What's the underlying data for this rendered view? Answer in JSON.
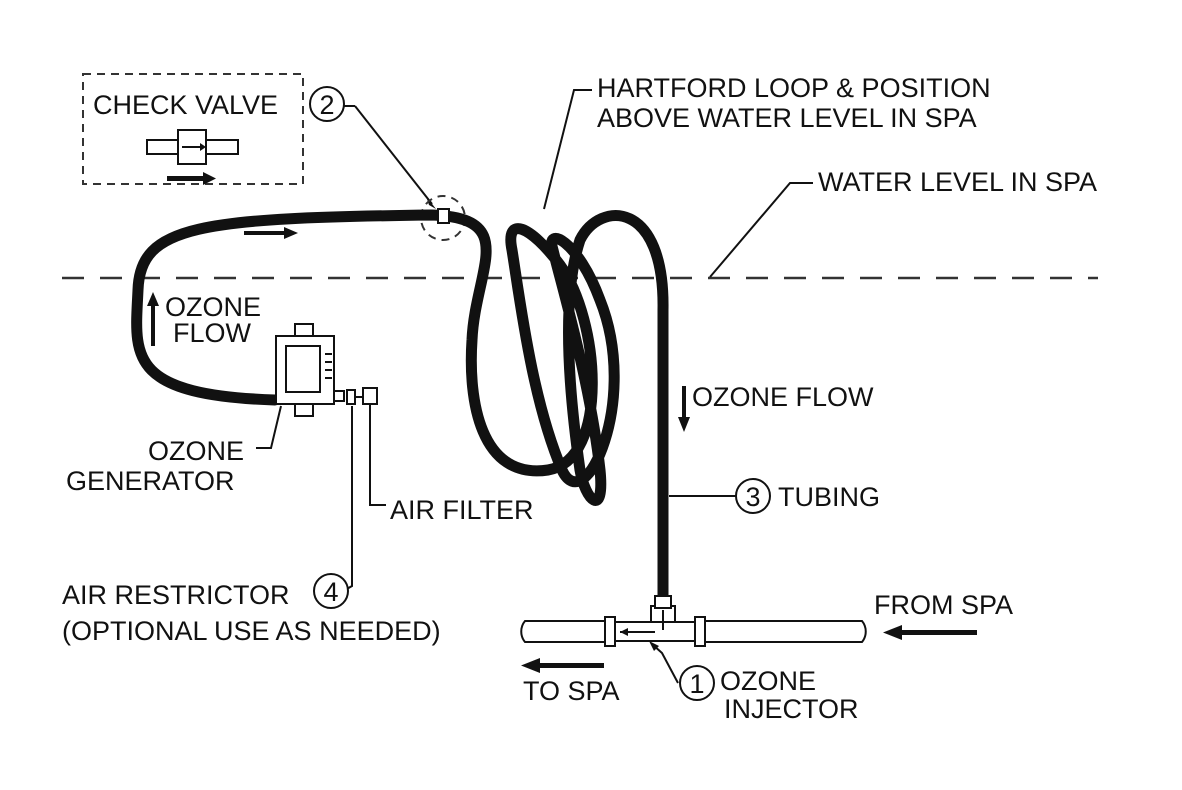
{
  "labels": {
    "check_valve": "CHECK VALVE",
    "hartford_line1": "HARTFORD LOOP & POSITION",
    "hartford_line2": "ABOVE WATER LEVEL IN SPA",
    "water_level": "WATER LEVEL IN SPA",
    "ozone_flow_left_line1": "OZONE",
    "ozone_flow_left_line2": "FLOW",
    "ozone_flow_right": "OZONE FLOW",
    "ozone_generator_line1": "OZONE",
    "ozone_generator_line2": "GENERATOR",
    "air_filter": "AIR FILTER",
    "tubing": "TUBING",
    "air_restrictor_line1": "AIR RESTRICTOR",
    "air_restrictor_line2": "(OPTIONAL USE AS NEEDED)",
    "from_spa": "FROM SPA",
    "to_spa": "TO SPA",
    "ozone_injector_line1": "OZONE",
    "ozone_injector_line2": "INJECTOR"
  },
  "callouts": {
    "injector": "1",
    "check_valve": "2",
    "tubing": "3",
    "air_restrictor": "4"
  },
  "colors": {
    "line": "#111111",
    "background": "#ffffff"
  }
}
